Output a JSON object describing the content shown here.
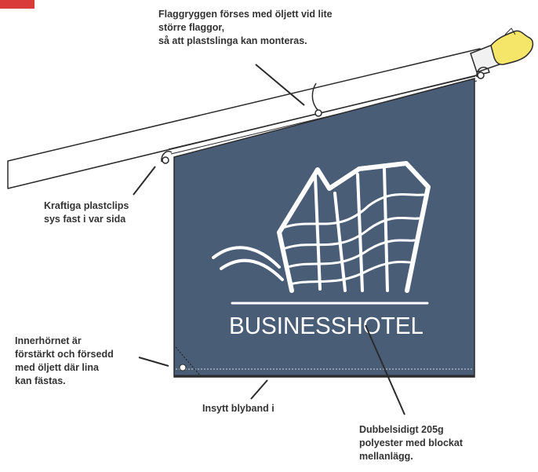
{
  "colors": {
    "flag": "#4a5d77",
    "pole": "#ffffff",
    "outline": "#2b2b2b",
    "text": "#333333",
    "tip": "#f5e66a",
    "corner_mark": "#d93a3a"
  },
  "icons": [
    "flag-pole-tip-icon",
    "business-hotel-logo"
  ],
  "annotations": {
    "eyelet": [
      "Flaggryggen förses med öljett vid lite",
      "större flaggor,",
      "så att plastslinga kan monteras."
    ],
    "clips": [
      "Kraftiga plastclips",
      "sys fast i var sida"
    ],
    "corner": [
      "Innerhörnet är",
      "förstärkt och försedd",
      "med öljett där lina",
      "kan fästas."
    ],
    "lead": [
      "Insytt blyband i"
    ],
    "fabric": [
      "Dubbelsidigt 205g",
      "polyester med blockat",
      "mellanlägg."
    ]
  },
  "logo": {
    "text": "BUSINESSHOTEL"
  }
}
